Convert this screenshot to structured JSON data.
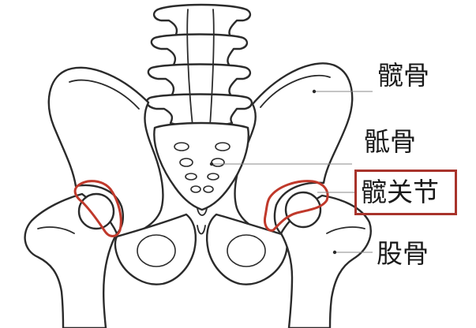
{
  "labels": {
    "ilium": "髋骨",
    "sacrum": "骶骨",
    "hip_joint": "髋关节",
    "femur": "股骨"
  },
  "colors": {
    "outline": "#2b2b2b",
    "highlight": "#c0392b",
    "label_box": "#a8332b",
    "leader_line": "#8a8a8a"
  }
}
